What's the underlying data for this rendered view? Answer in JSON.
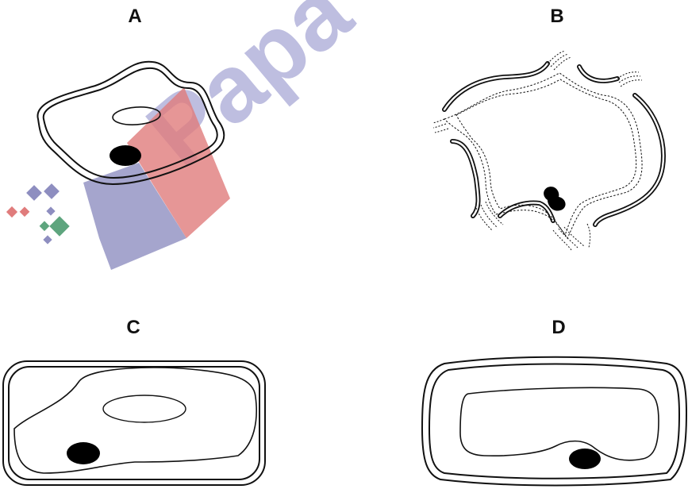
{
  "labels": {
    "a": "A",
    "b": "B",
    "c": "C",
    "d": "D"
  },
  "watermark": {
    "text": "Papa",
    "colors": {
      "blue": "#8e8ec0",
      "red": "#e07c7c",
      "green": "#5ea57e"
    }
  }
}
